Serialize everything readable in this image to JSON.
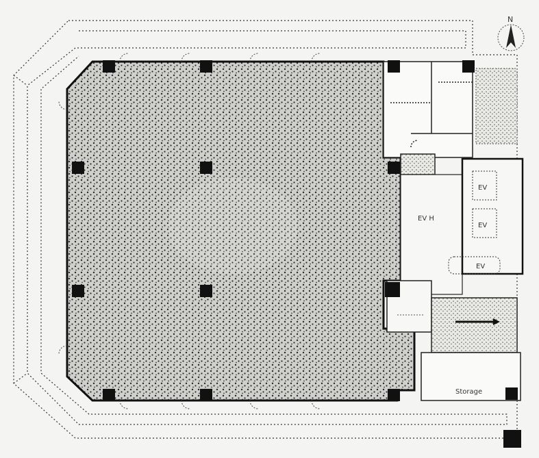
{
  "compass": {
    "label": "N",
    "icon": "north-arrow-icon"
  },
  "rooms": {
    "ev_hall": "EV H",
    "ev_1": "EV",
    "ev_2": "EV",
    "ev_3": "EV",
    "storage": "Storage"
  },
  "colors": {
    "background": "#f4f4f2",
    "line": "#222222",
    "column": "#111111",
    "carpet_base": "#cfcfcb",
    "carpet_dots": "#2b2b2b"
  }
}
